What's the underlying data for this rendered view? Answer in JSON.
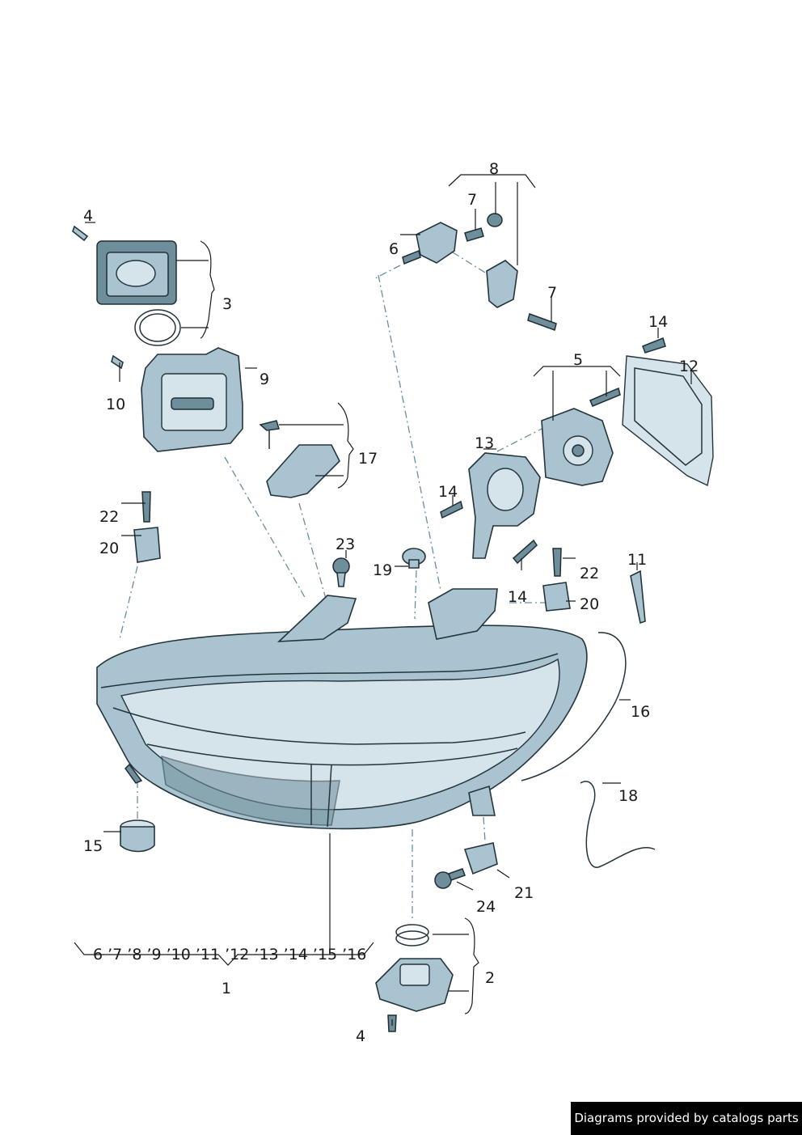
{
  "diagram": {
    "callouts": {
      "c1": "1",
      "c2": "2",
      "c3": "3",
      "c4_top": "4",
      "c4_bottom": "4",
      "c5": "5",
      "c6": "6",
      "c7_a": "7",
      "c7_b": "7",
      "c8": "8",
      "c9": "9",
      "c10": "10",
      "c11": "11",
      "c12": "12",
      "c13": "13",
      "c14_a": "14",
      "c14_b": "14",
      "c14_c": "14",
      "c15": "15",
      "c16": "16",
      "c17": "17",
      "c18": "18",
      "c19": "19",
      "c20_a": "20",
      "c20_b": "20",
      "c21": "21",
      "c22_a": "22",
      "c22_b": "22",
      "c23": "23",
      "c24": "24"
    },
    "assembly_range": "6 ’7 ’8 ’9 ’10 ’11 ’12 ’13 ’14 ’15 ’16"
  },
  "credit": "Diagrams provided by catalogs parts",
  "colors": {
    "part_fill": "#a9c4d0",
    "part_dark": "#6f8e9c",
    "outline": "#24343c",
    "dash_line": "#6a8ea0",
    "credit_bg": "#000000",
    "credit_text": "#ffffff"
  }
}
